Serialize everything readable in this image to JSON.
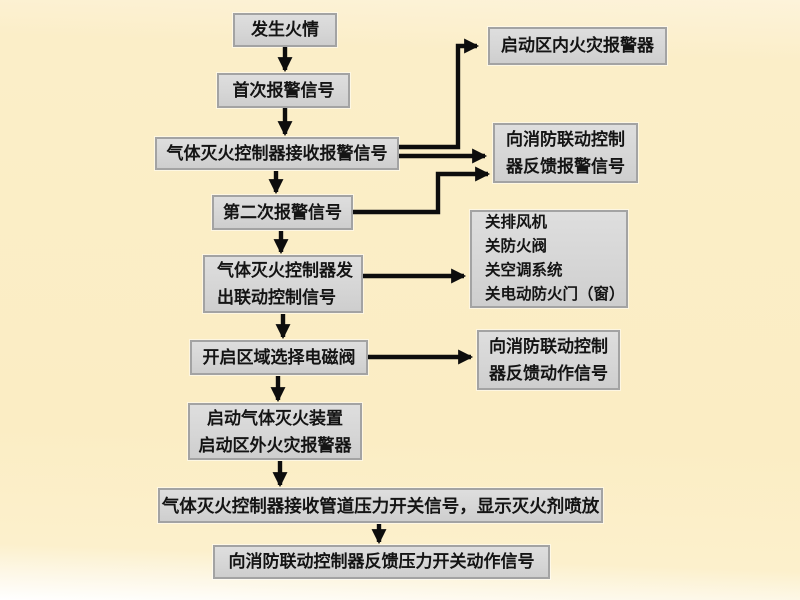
{
  "diagram": {
    "type": "flowchart",
    "language": "zh-CN",
    "colors": {
      "background": "#fbedc4",
      "box_fill": "#d6d6d6",
      "box_border": "#a3a3a3",
      "arrow": "#0d0d0d",
      "text": "#141414"
    },
    "nodes": {
      "fire": {
        "label": "发生火情"
      },
      "first_alarm": {
        "label": "首次报警信号"
      },
      "controller_receive_alarm": {
        "label": "气体灭火控制器接收报警信号"
      },
      "second_alarm": {
        "label": "第二次报警信号"
      },
      "controller_send_linkage": {
        "label": "气体灭火控制器发\n出联动控制信号"
      },
      "open_zone_valve": {
        "label": "开启区域选择电磁阀"
      },
      "start_extinguishing": {
        "label": "启动气体灭火装置\n启动区外火灾报警器"
      },
      "receive_pressure_signal": {
        "label": "气体灭火控制器接收管道压力开关信号，显示灭火剂喷放"
      },
      "feedback_pressure_action": {
        "label": "向消防联动控制器反馈压力开关动作信号"
      },
      "zone_alarm": {
        "label": "启动区内火灾报警器"
      },
      "feedback_alarm_signal": {
        "label": "向消防联动控制\n器反馈报警信号"
      },
      "shutdown_equipment": {
        "label": "关排风机\n关防火阀\n关空调系统\n关电动防火门（窗）"
      },
      "feedback_action_signal": {
        "label": "向消防联动控制\n器反馈动作信号"
      }
    }
  }
}
